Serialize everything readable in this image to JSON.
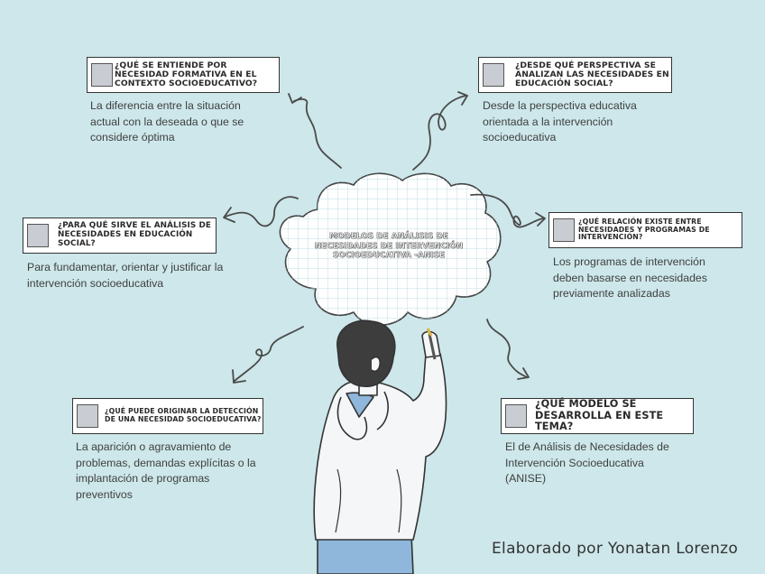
{
  "center": {
    "title": "MODELOS DE ANÁLISIS DE NECESIDADES DE INTERVENCIÓN SOCIOEDUCATIVA -ANISE"
  },
  "items": [
    {
      "question": "¿QUÉ SE ENTIENDE POR NECESIDAD FORMATIVA EN EL CONTEXTO SOCIOEDUCATIVO?",
      "answer": "La diferencia entre la situación actual con la deseada o que se considere óptima"
    },
    {
      "question": "¿DESDE QUÉ PERSPECTIVA SE ANALIZAN LAS NECESIDADES EN EDUCACIÓN SOCIAL?",
      "answer": "Desde la perspectiva educativa orientada a la intervención socioeducativa"
    },
    {
      "question": "¿PARA QUÉ SIRVE EL ANÁLISIS DE NECESIDADES EN EDUCACIÓN SOCIAL?",
      "answer": "Para fundamentar, orientar y justificar la intervención socioeducativa"
    },
    {
      "question": "¿QUÉ RELACIÓN EXISTE ENTRE NECESIDADES Y PROGRAMAS DE INTERVENCIÓN?",
      "answer": "Los programas de intervención deben basarse en necesidades previamente analizadas"
    },
    {
      "question": "¿QUÉ PUEDE ORIGINAR LA DETECCIÓN DE UNA NECESIDAD SOCIOEDUCATIVA?",
      "answer": "La aparición o agravamiento de problemas, demandas explícitas o la implantación de programas preventivos"
    },
    {
      "question": "¿QUÉ MODELO SE DESARROLLA EN ESTE TEMA?",
      "answer": "El de Análisis de Necesidades de Intervención Socioeducativa (ANISE)"
    }
  ],
  "credit": "Elaborado por Yonatan Lorenzo",
  "colors": {
    "background": "#cde7ea",
    "box": "#ffffff",
    "icon": "#c9ccd2",
    "hoodie": "#f4f6f7",
    "jeans": "#8fb7db",
    "hair": "#3d3d3d"
  }
}
